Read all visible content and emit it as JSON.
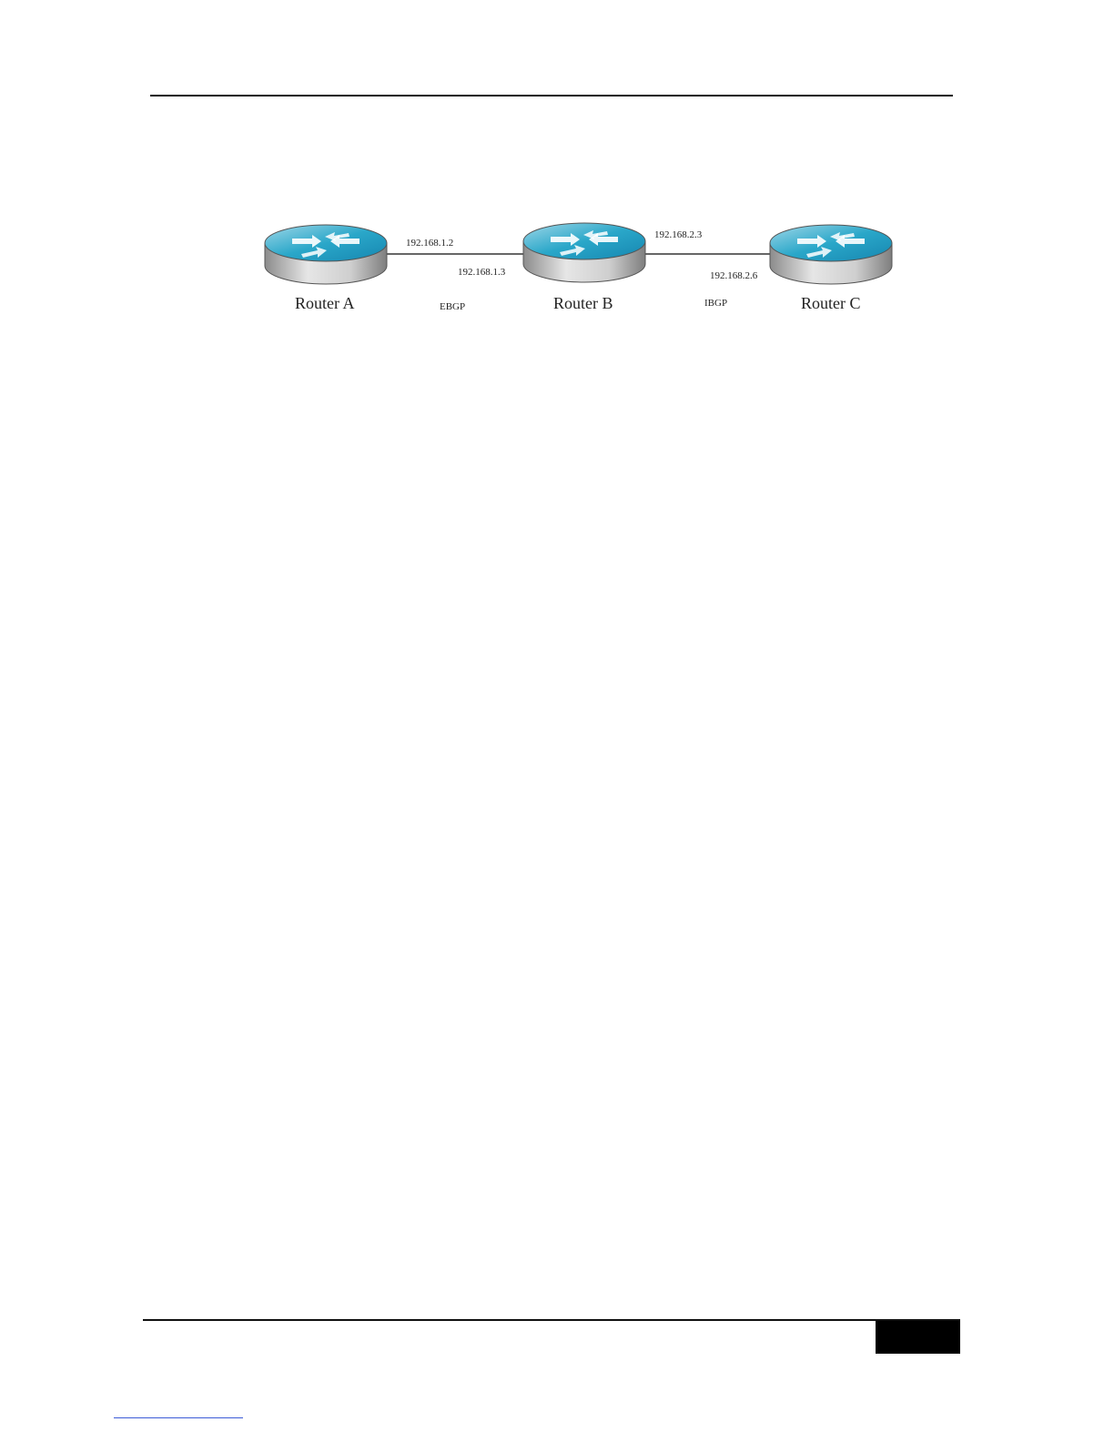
{
  "diagram": {
    "routers": [
      {
        "label": "Router A",
        "icon": "router-icon"
      },
      {
        "label": "Router B",
        "icon": "router-icon"
      },
      {
        "label": "Router C",
        "icon": "router-icon"
      }
    ],
    "links": [
      {
        "left_ip": "192.168.1.2",
        "right_ip": "192.168.1.3",
        "type": "EBGP"
      },
      {
        "left_ip": "192.168.2.3",
        "right_ip": "192.168.2.6",
        "type": "IBGP"
      }
    ],
    "colors": {
      "router_top": "#2aa7c9",
      "router_body": "#c9c9c9",
      "line": "#333333"
    }
  }
}
